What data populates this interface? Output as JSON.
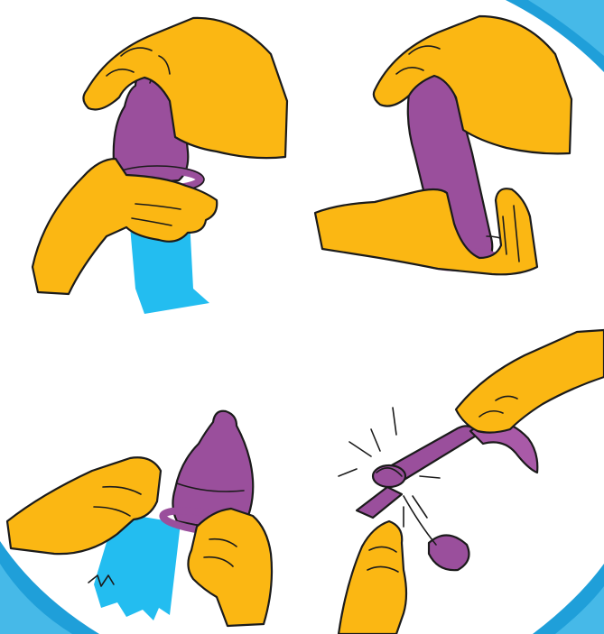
{
  "colors": {
    "background": "#ffffff",
    "frame_outer": "#1f9fd9",
    "frame_inner": "#46b9e8",
    "hand": "#fbb713",
    "condom": "#9a4f9c",
    "condom_light": "#a95aa8",
    "object": "#23bdf0",
    "outline": "#1b1b1b"
  },
  "panels": [
    {
      "step": 1,
      "scene": "hand-pinching-tip-while-second-hand-holds-rim-on-blue-object"
    },
    {
      "step": 2,
      "scene": "hand-pinching-tip-while-second-hand-rolls-down-condom"
    },
    {
      "step": 3,
      "scene": "hands-holding-rim-while-removing-from-blue-object"
    },
    {
      "step": 4,
      "scene": "hands-tying-knot-in-used-condom"
    }
  ],
  "icons": [
    "hand-icon",
    "condom-icon",
    "blue-object-icon",
    "knot-icon",
    "burst-lines-icon"
  ]
}
